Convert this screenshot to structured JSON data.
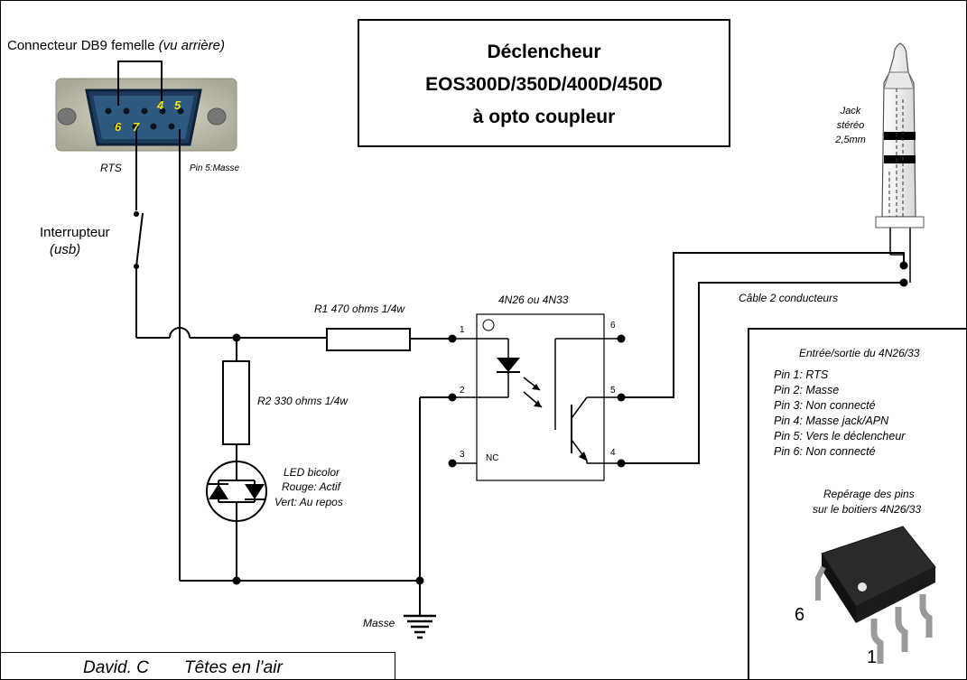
{
  "title": {
    "line1": "Déclencheur",
    "line2": "EOS300D/350D/400D/450D",
    "line3": "à opto coupleur"
  },
  "connector": {
    "label_main": "Connecteur DB9 femelle",
    "label_note": "(vu arrière)",
    "pins": [
      "4",
      "5",
      "6",
      "7"
    ],
    "rts_label": "RTS",
    "masse_label": "Pin 5:Masse"
  },
  "switch": {
    "label": "Interrupteur",
    "note": "(usb)"
  },
  "r1": {
    "label": "R1 470 ohms 1/4w"
  },
  "r2": {
    "label": "R2 330 ohms 1/4w"
  },
  "led": {
    "label": "LED bicolor",
    "red": "Rouge: Actif",
    "green": "Vert: Au repos"
  },
  "ground": {
    "label": "Masse"
  },
  "optocoupler": {
    "name": "4N26 ou 4N33",
    "pin_numbers": [
      "1",
      "2",
      "3",
      "4",
      "5",
      "6"
    ],
    "nc_label": "NC"
  },
  "jack": {
    "line1": "Jack",
    "line2": "stéréo",
    "line3": "2,5mm"
  },
  "cable": {
    "label": "Câble 2 conducteurs"
  },
  "pin_table": {
    "title": "Entrée/sortie du 4N26/33",
    "rows": [
      "Pin 1: RTS",
      "Pin 2: Masse",
      "Pin 3: Non connecté",
      "Pin 4: Masse jack/APN",
      "Pin 5: Vers le déclencheur",
      "Pin 6: Non connecté"
    ]
  },
  "package": {
    "title_line1": "Repérage des pins",
    "title_line2": "sur le boitiers 4N26/33",
    "pin6": "6",
    "pin1": "1"
  },
  "footer": {
    "author": "David. C",
    "site": "Têtes en l’air"
  },
  "colors": {
    "line": "#000000",
    "pin_number": "#f2e600",
    "connector_body": "#2a4d6e",
    "connector_metal": "#b8b6a4"
  }
}
